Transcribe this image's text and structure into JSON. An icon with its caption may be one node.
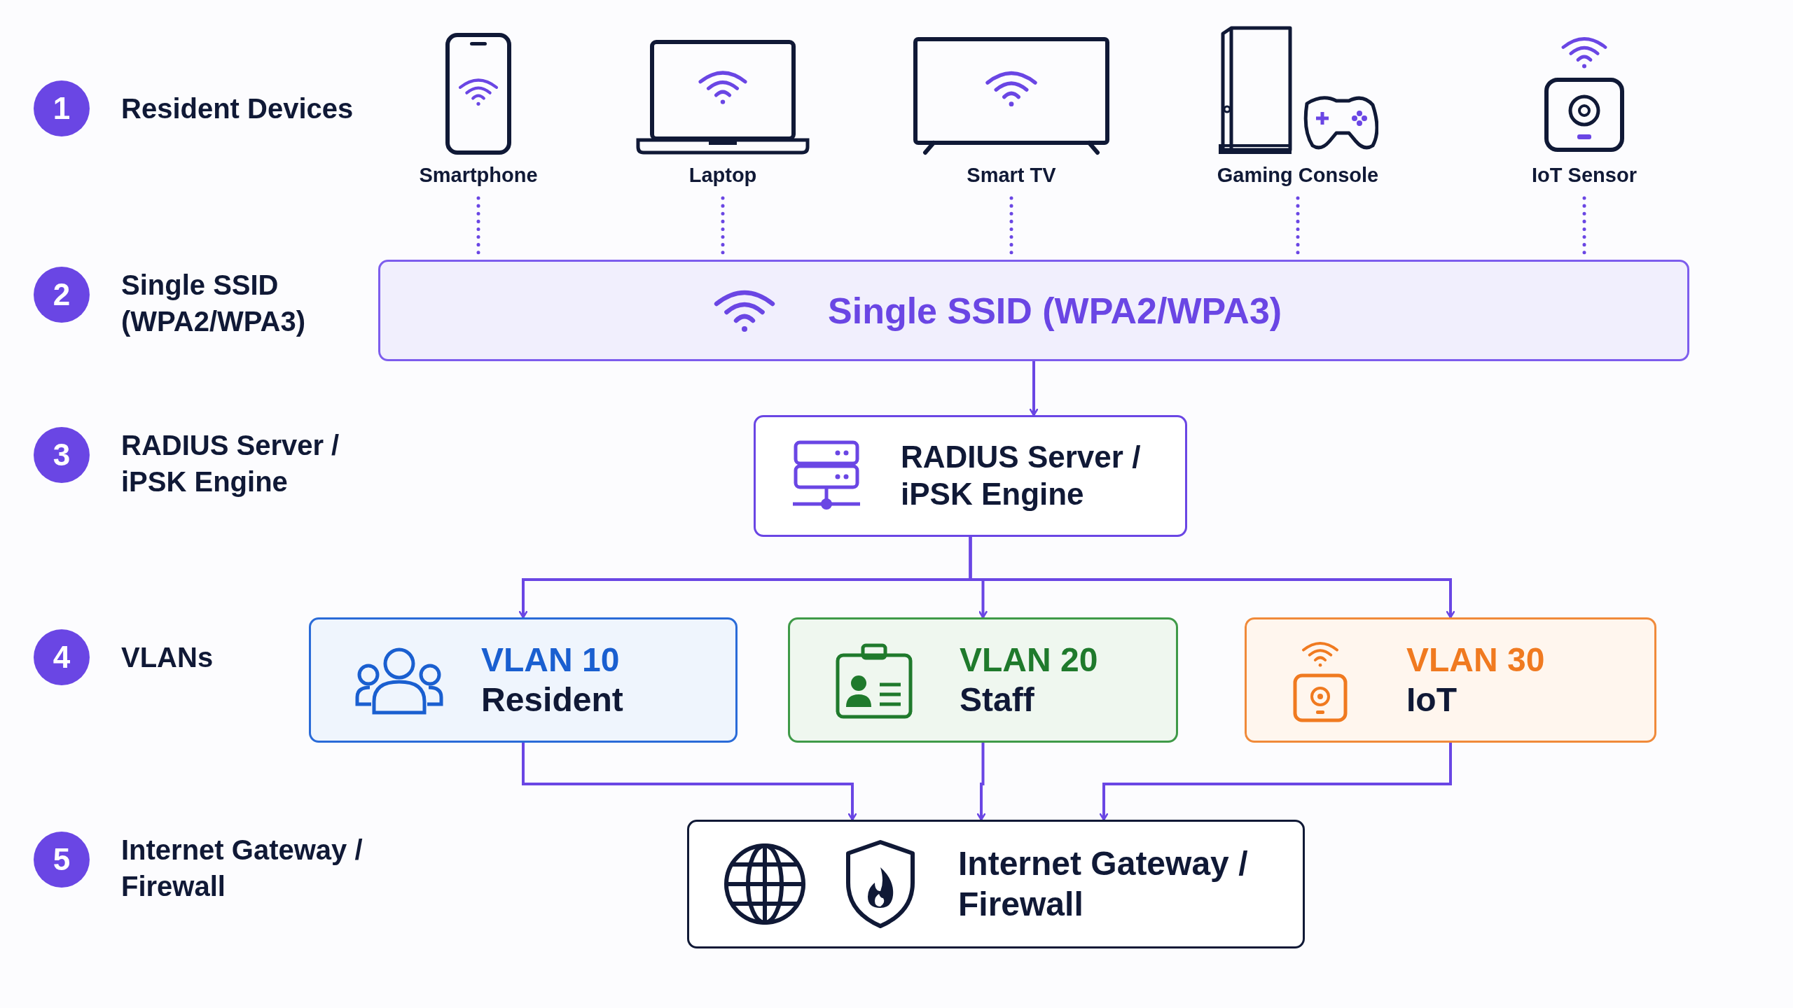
{
  "diagram": {
    "nodes": [
      {
        "text": [
          "Smartphone"
        ]
      },
      {
        "text": [
          "Laptop"
        ]
      },
      {
        "text": [
          "Smart TV"
        ]
      },
      {
        "text": [
          "Gaming Console"
        ]
      },
      {
        "text": [
          "IoT Sensor"
        ]
      },
      {
        "text": [
          "Single SSID (WPA2/WPA3)"
        ]
      },
      {
        "text": [
          "RADIUS Server / iPSK Engine"
        ]
      },
      {
        "text": [
          "VLAN 10",
          "Resident"
        ]
      },
      {
        "text": [
          "VLAN 20",
          "Staff"
        ]
      },
      {
        "text": [
          "VLAN 30",
          "IoT"
        ]
      },
      {
        "text": [
          "Internet Gateway / Firewall"
        ]
      }
    ],
    "edges": [
      {
        "from": 0,
        "to": 5,
        "arrow": "none",
        "style": "dashed"
      },
      {
        "from": 1,
        "to": 5,
        "arrow": "none",
        "style": "dashed"
      },
      {
        "from": 2,
        "to": 5,
        "arrow": "none",
        "style": "dashed"
      },
      {
        "from": 3,
        "to": 5,
        "arrow": "none",
        "style": "dashed"
      },
      {
        "from": 4,
        "to": 5,
        "arrow": "none",
        "style": "dashed"
      },
      {
        "from": 5,
        "to": 6,
        "arrow": "to"
      },
      {
        "from": 6,
        "to": 7,
        "arrow": "to"
      },
      {
        "from": 6,
        "to": 8,
        "arrow": "to"
      },
      {
        "from": 6,
        "to": 9,
        "arrow": "to"
      },
      {
        "from": 7,
        "to": 10,
        "arrow": "to"
      },
      {
        "from": 8,
        "to": 10,
        "arrow": "to"
      },
      {
        "from": 9,
        "to": 10,
        "arrow": "to"
      }
    ],
    "labels": [
      "1",
      "Resident Devices",
      "2",
      "Single SSID (WPA2/WPA3)",
      "3",
      "RADIUS Server / iPSK Engine",
      "4",
      "VLANs",
      "5",
      "Internet Gateway / Firewall"
    ]
  }
}
